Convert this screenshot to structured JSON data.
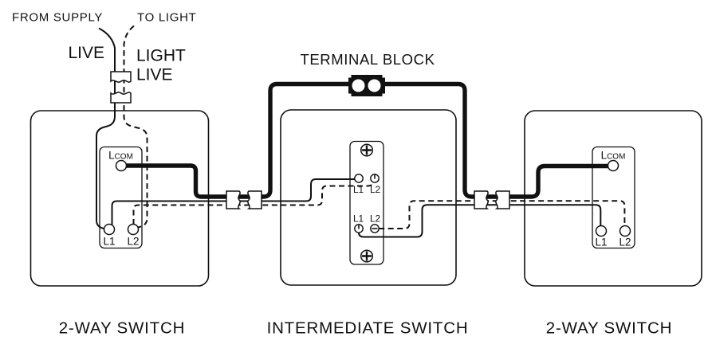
{
  "colors": {
    "ink": "#111111",
    "background": "#ffffff"
  },
  "supply": {
    "from_supply": "FROM SUPPLY",
    "to_light": "TO LIGHT",
    "live": "LIVE",
    "light_line1": "LIGHT",
    "light_line2": "LIVE"
  },
  "terminal_block": {
    "label": "TERMINAL BLOCK"
  },
  "left_switch": {
    "title": "2-WAY SWITCH",
    "lcom_l": "L",
    "lcom_com": "COM",
    "l1": "L1",
    "l2": "L2"
  },
  "intermediate_switch": {
    "title": "INTERMEDIATE SWITCH",
    "top_l1": "L1",
    "top_l2": "L2",
    "bottom_l1": "L1",
    "bottom_l2": "L2"
  },
  "right_switch": {
    "title": "2-WAY SWITCH",
    "lcom_l": "L",
    "lcom_com": "COM",
    "l1": "L1",
    "l2": "L2"
  }
}
